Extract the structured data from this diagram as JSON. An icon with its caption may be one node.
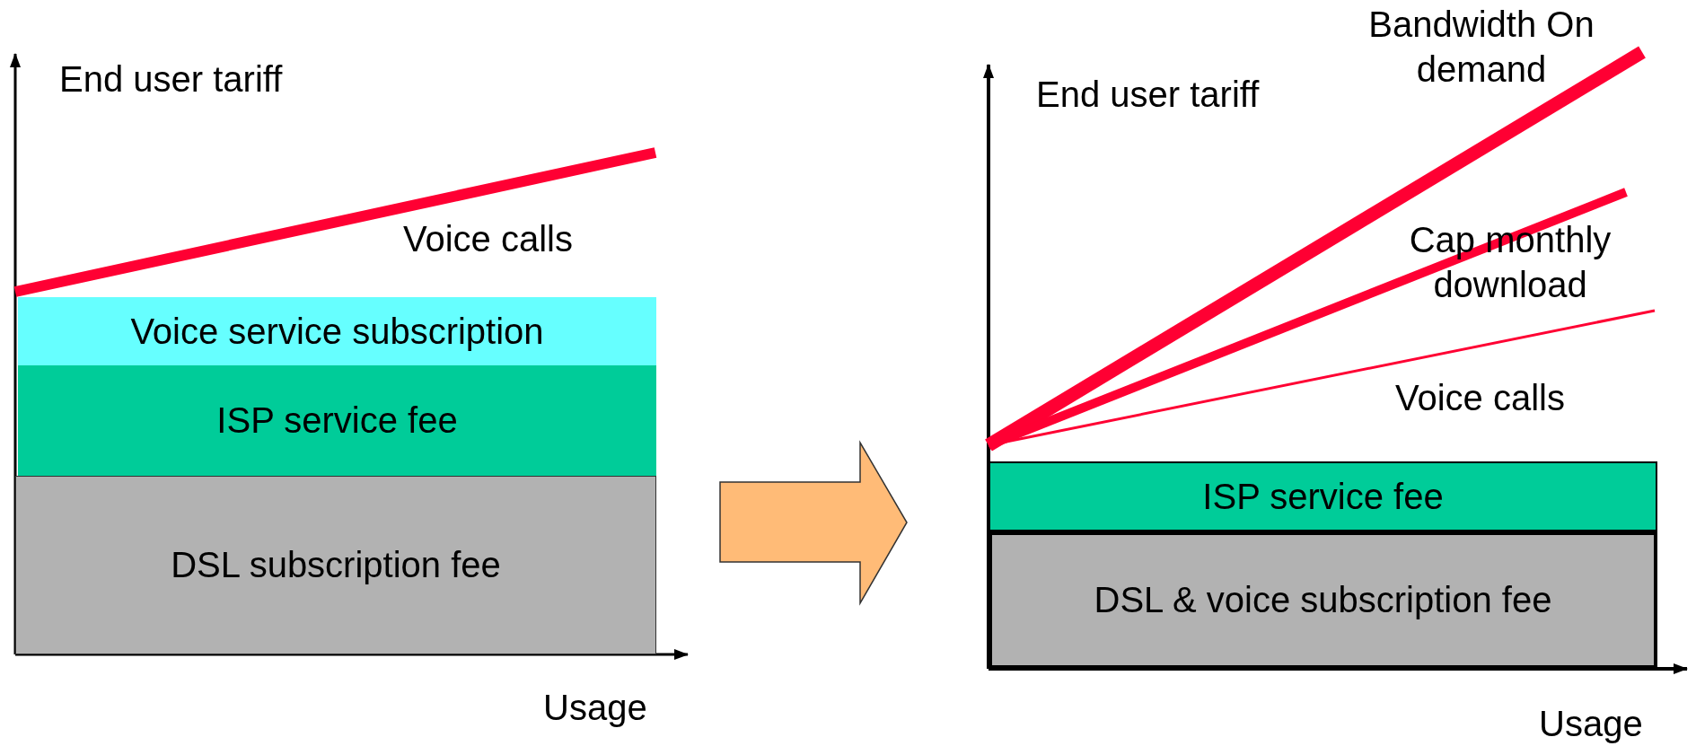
{
  "diagram": {
    "nodes": [
      {
        "text": [
          "Voice service subscription"
        ]
      },
      {
        "text": [
          "ISP service fee"
        ]
      },
      {
        "text": [
          "DSL subscription fee"
        ]
      },
      {
        "text": [
          "ISP service fee"
        ]
      },
      {
        "text": [
          "DSL & voice subscription fee"
        ]
      }
    ],
    "edges": [],
    "labels": [
      "End user tariff",
      "Voice calls",
      "Usage",
      "End user tariff",
      "Bandwidth On demand",
      "Cap monthly download",
      "Voice calls",
      "Usage"
    ]
  }
}
